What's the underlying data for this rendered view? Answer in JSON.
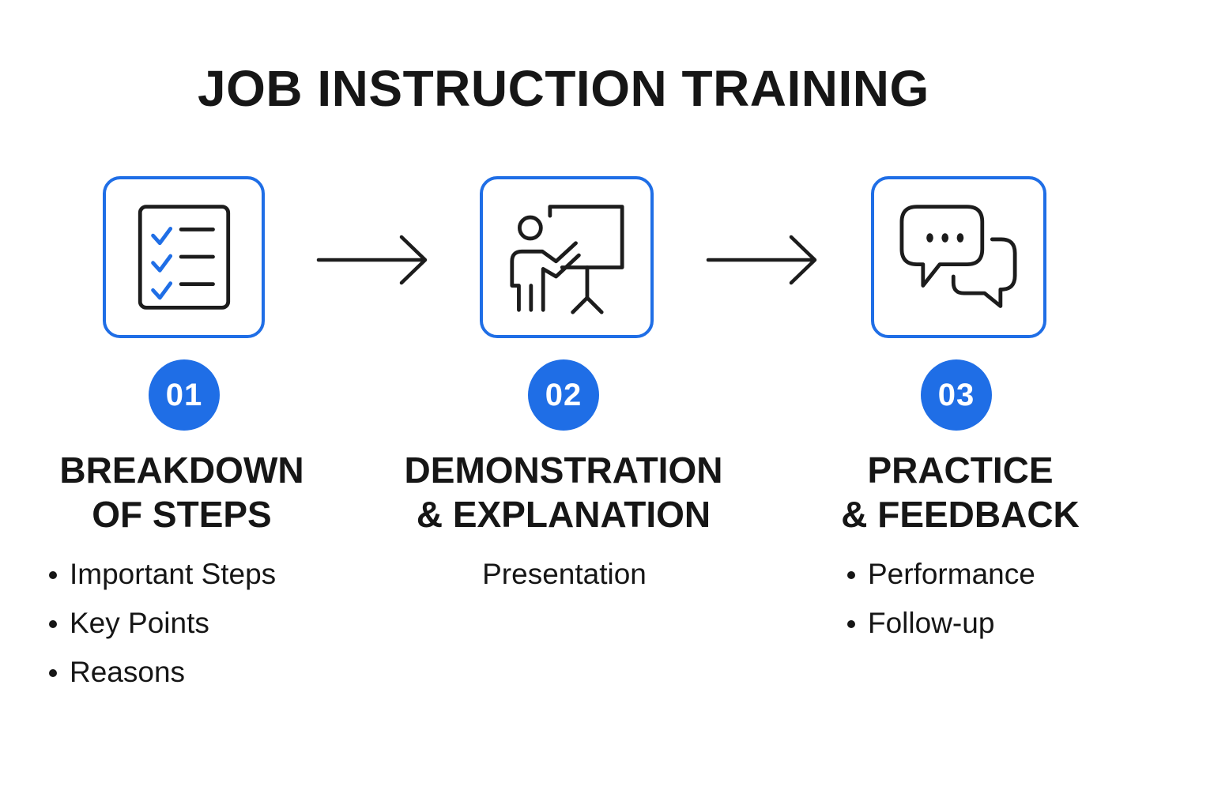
{
  "title": "JOB INSTRUCTION TRAINING",
  "colors": {
    "accent": "#1f6ee6",
    "text": "#161616",
    "background": "#ffffff"
  },
  "steps": [
    {
      "number": "01",
      "icon": "checklist-icon",
      "heading_line1": "BREAKDOWN",
      "heading_line2": "OF STEPS",
      "bullets": [
        "Important Steps",
        "Key Points",
        "Reasons"
      ]
    },
    {
      "number": "02",
      "icon": "presentation-board-icon",
      "heading_line1": "DEMONSTRATION",
      "heading_line2": "& EXPLANATION",
      "text": "Presentation"
    },
    {
      "number": "03",
      "icon": "chat-bubbles-icon",
      "heading_line1": "PRACTICE",
      "heading_line2": "& FEEDBACK",
      "bullets": [
        "Performance",
        "Follow-up"
      ]
    }
  ],
  "connectors": [
    "arrow-right-icon",
    "arrow-right-icon"
  ]
}
